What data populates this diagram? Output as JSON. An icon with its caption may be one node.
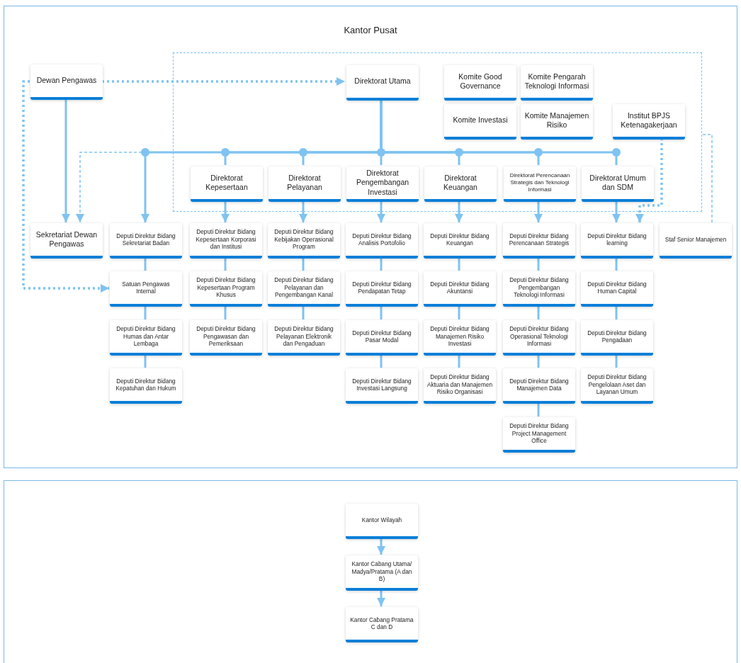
{
  "diagram": {
    "nodes": [
      {
        "text": [
          "Kantor Pusat"
        ]
      },
      {
        "text": [
          "Dewan Pengawas"
        ],
        "in": 0
      },
      {
        "text": [],
        "shape": "box",
        "in": 0
      },
      {
        "text": [
          "Direktorat Utama"
        ],
        "in": 2
      },
      {
        "text": [
          "Komite Good Governance"
        ],
        "in": 2
      },
      {
        "text": [
          "Komite Pengarah Teknologi Informasi"
        ],
        "in": 2
      },
      {
        "text": [
          "Komite Investasi"
        ],
        "in": 2
      },
      {
        "text": [
          "Komite Manajemen Risiko"
        ],
        "in": 2
      },
      {
        "text": [
          "Institut BPJS Ketenagakerjaan"
        ],
        "in": 2
      },
      {
        "text": [
          "Direktorat Kepesertaan"
        ],
        "in": 2
      },
      {
        "text": [
          "Direktorat Pelayanan"
        ],
        "in": 2
      },
      {
        "text": [
          "Direktorat Pengembangan Investasi"
        ],
        "in": 2
      },
      {
        "text": [
          "Direktorat Keuangan"
        ],
        "in": 2
      },
      {
        "text": [
          "Direktorat Perencanaan Strategis dan Teknologi Informasi"
        ],
        "in": 2
      },
      {
        "text": [
          "Direktorat Umum dan SDM"
        ],
        "in": 2
      },
      {
        "text": [
          "Sekretariat Dewan Pengawas"
        ],
        "in": 0
      },
      {
        "text": [
          "Deputi Direktur Bidang Sekretariat Badan"
        ],
        "in": 0
      },
      {
        "text": [
          "Deputi Direktur Bidang Kepesertaan Korporasi dan Institusi"
        ],
        "in": 0
      },
      {
        "text": [
          "Deputi Direktur Bidang Kebijakan Operasional Program"
        ],
        "in": 0
      },
      {
        "text": [
          "Deputi Direktur Bidang Analisis Portofolio"
        ],
        "in": 0
      },
      {
        "text": [
          "Deputi Direktur Bidang Keuangan"
        ],
        "in": 0
      },
      {
        "text": [
          "Deputi Direktur Bidang Perencanaan Strategis"
        ],
        "in": 0
      },
      {
        "text": [
          "Deputi Direktur Bidang learning"
        ],
        "in": 0
      },
      {
        "text": [
          "Staf Senior Manajemen"
        ],
        "in": 0
      },
      {
        "text": [
          "Satuan Pengawas Internal"
        ],
        "in": 0
      },
      {
        "text": [
          "Deputi Direktur Bidang Kepesertaan Program Khusus"
        ],
        "in": 0
      },
      {
        "text": [
          "Deputi Direktur Bidang Pelayanan dan Pengembangan Kanal"
        ],
        "in": 0
      },
      {
        "text": [
          "Deputi Direktur Bidang Pendapatan Tetap"
        ],
        "in": 0
      },
      {
        "text": [
          "Deputi Direktur Bidang Akuntansi"
        ],
        "in": 0
      },
      {
        "text": [
          "Deputi Direktur Bidang Pengembangan Teknologi Informasi"
        ],
        "in": 0
      },
      {
        "text": [
          "Deputi Direktur Bidang Human Capital"
        ],
        "in": 0
      },
      {
        "text": [
          "Deputi Direktur Bidang Humas dan Antar Lembaga"
        ],
        "in": 0
      },
      {
        "text": [
          "Deputi Direktur Bidang Pengawasan dan Pemeriksaan"
        ],
        "in": 0
      },
      {
        "text": [
          "Deputi Direktur Bidang Pelayanan Elektronik dan Pengaduan"
        ],
        "in": 0
      },
      {
        "text": [
          "Deputi Direktur Bidang Pasar Modal"
        ],
        "in": 0
      },
      {
        "text": [
          "Deputi Direktur Bidang Manajemen Risiko Investasi"
        ],
        "in": 0
      },
      {
        "text": [
          "Deputi Direktur Bidang Operasional Teknologi Informasi"
        ],
        "in": 0
      },
      {
        "text": [
          "Deputi Direktur Bidang Pengadaan"
        ],
        "in": 0
      },
      {
        "text": [
          "Deputi Direktur Bidang Kepatuhan dan Hukum"
        ],
        "in": 0
      },
      {
        "text": [
          "Deputi Direktur Bidang Investasi Langsung"
        ],
        "in": 0
      },
      {
        "text": [
          "Deputi Direktur Bidang Aktuaria dan Manajemen Risiko Organisasi"
        ],
        "in": 0
      },
      {
        "text": [
          "Deputi Direktur Bidang Manajemen Data"
        ],
        "in": 0
      },
      {
        "text": [
          "Deputi Direktur Bidang Pengelolaan Aset dan Layanan Umum"
        ],
        "in": 0
      },
      {
        "text": [
          "Deputi Direktur Bidang Project Management Office"
        ],
        "in": 0
      },
      {
        "text": [],
        "shape": "box"
      },
      {
        "text": [
          "Kantor Wilayah"
        ],
        "in": 44
      },
      {
        "text": [
          "Kantor Cabang Utama/ Madya/Pratama (A dan B)"
        ],
        "in": 44
      },
      {
        "text": [
          "Kantor Cabang Pratama C dan D"
        ],
        "in": 44
      }
    ],
    "edges": [
      {
        "from": 1,
        "to": 15,
        "arrow": "to"
      },
      {
        "from": 1,
        "to": 3,
        "arrow": "to",
        "style": "dashed"
      },
      {
        "from": 1,
        "to": 24,
        "arrow": "to",
        "style": "dashed"
      },
      {
        "from": 3,
        "to": 16,
        "arrow": "to"
      },
      {
        "from": 3,
        "to": 9,
        "arrow": "none"
      },
      {
        "from": 3,
        "to": 10,
        "arrow": "none"
      },
      {
        "from": 3,
        "to": 11,
        "arrow": "none"
      },
      {
        "from": 3,
        "to": 12,
        "arrow": "none"
      },
      {
        "from": 3,
        "to": 13,
        "arrow": "none"
      },
      {
        "from": 3,
        "to": 14,
        "arrow": "none"
      },
      {
        "from": 3,
        "to": 15,
        "arrow": "to",
        "style": "dashed"
      },
      {
        "from": 9,
        "to": 17,
        "arrow": "to"
      },
      {
        "from": 10,
        "to": 18,
        "arrow": "to"
      },
      {
        "from": 11,
        "to": 19,
        "arrow": "to"
      },
      {
        "from": 12,
        "to": 20,
        "arrow": "to"
      },
      {
        "from": 13,
        "to": 21,
        "arrow": "to"
      },
      {
        "from": 14,
        "to": 22,
        "arrow": "to"
      },
      {
        "from": 8,
        "to": 22,
        "arrow": "to",
        "style": "dashed"
      },
      {
        "from": 23,
        "to": 2,
        "arrow": "none",
        "style": "dashed"
      },
      {
        "from": 16,
        "to": 24,
        "arrow": "none"
      },
      {
        "from": 24,
        "to": 31,
        "arrow": "none"
      },
      {
        "from": 31,
        "to": 38,
        "arrow": "none"
      },
      {
        "from": 17,
        "to": 25,
        "arrow": "none"
      },
      {
        "from": 25,
        "to": 32,
        "arrow": "none"
      },
      {
        "from": 18,
        "to": 26,
        "arrow": "none"
      },
      {
        "from": 26,
        "to": 33,
        "arrow": "none"
      },
      {
        "from": 19,
        "to": 27,
        "arrow": "none"
      },
      {
        "from": 27,
        "to": 34,
        "arrow": "none"
      },
      {
        "from": 34,
        "to": 39,
        "arrow": "none"
      },
      {
        "from": 20,
        "to": 28,
        "arrow": "none"
      },
      {
        "from": 28,
        "to": 35,
        "arrow": "none"
      },
      {
        "from": 35,
        "to": 40,
        "arrow": "none"
      },
      {
        "from": 21,
        "to": 29,
        "arrow": "none"
      },
      {
        "from": 29,
        "to": 36,
        "arrow": "none"
      },
      {
        "from": 36,
        "to": 41,
        "arrow": "none"
      },
      {
        "from": 41,
        "to": 43,
        "arrow": "none"
      },
      {
        "from": 22,
        "to": 30,
        "arrow": "none"
      },
      {
        "from": 30,
        "to": 37,
        "arrow": "none"
      },
      {
        "from": 37,
        "to": 42,
        "arrow": "none"
      },
      {
        "from": 45,
        "to": 46,
        "arrow": "to"
      },
      {
        "from": 46,
        "to": 47,
        "arrow": "to"
      }
    ]
  }
}
